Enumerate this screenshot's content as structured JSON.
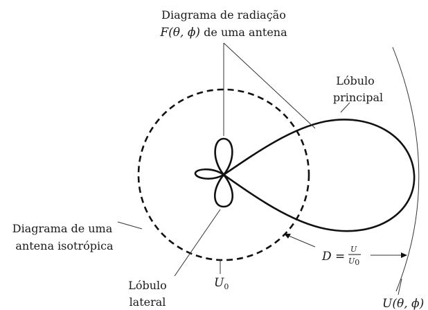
{
  "labels": {
    "radiation_pattern_line1": "Diagrama de radiação",
    "radiation_pattern_line2_suffix": " de uma antena",
    "radiation_pattern_func": "F(θ, ϕ)",
    "main_lobe_line1": "Lóbulo",
    "main_lobe_line2": "principal",
    "isotropic_line1": "Diagrama de uma",
    "isotropic_line2": "antena isotrópica",
    "side_lobe_line1": "Lóbulo",
    "side_lobe_line2": "lateral",
    "u0_symbol": "U",
    "u0_subscript": "0",
    "directivity_lhs": "D =",
    "directivity_num": "U",
    "directivity_den": "U",
    "directivity_den_sub": "0",
    "u_theta_phi": "U(θ, ϕ)"
  }
}
